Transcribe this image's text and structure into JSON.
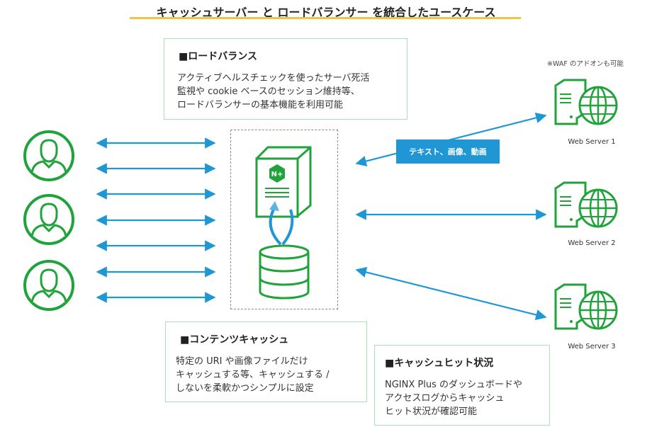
{
  "title": "キャッシュサーバー と ロードバランサー を統合したユースケース",
  "note": "※WAF のアドオンも可能",
  "load_balance": {
    "heading": "■ロードバランス",
    "body": "アクティブヘルスチェックを使ったサーバ死活\n監視や cookie ベースのセッション維持等、\nロードバランサーの基本機能を利用可能"
  },
  "content_cache": {
    "heading": "■コンテンツキャッシュ",
    "body": "特定の URI や画像ファイルだけ\nキャッシュする等、キャッシュする /\nしないを柔軟かつシンプルに設定"
  },
  "cache_hit": {
    "heading": "■キャッシュヒット状況",
    "body": "NGINX Plus のダッシュボードや\nアクセスログからキャッシュ\nヒット状況が確認可能"
  },
  "highlight_label": "テキスト、画像、動画",
  "nginx_badge": "N+",
  "servers": [
    "Web Server 1",
    "Web Server 2",
    "Web Server 3"
  ],
  "colors": {
    "green": "#1fa33a",
    "blue": "#1f97d4",
    "light_blue": "#5bb3e4",
    "accent_yellow": "#f2c53d",
    "box_border": "#a9dfb8"
  },
  "icons": [
    "user-icon",
    "nginx-plus-server-icon",
    "cache-database-icon",
    "web-server-globe-icon"
  ]
}
